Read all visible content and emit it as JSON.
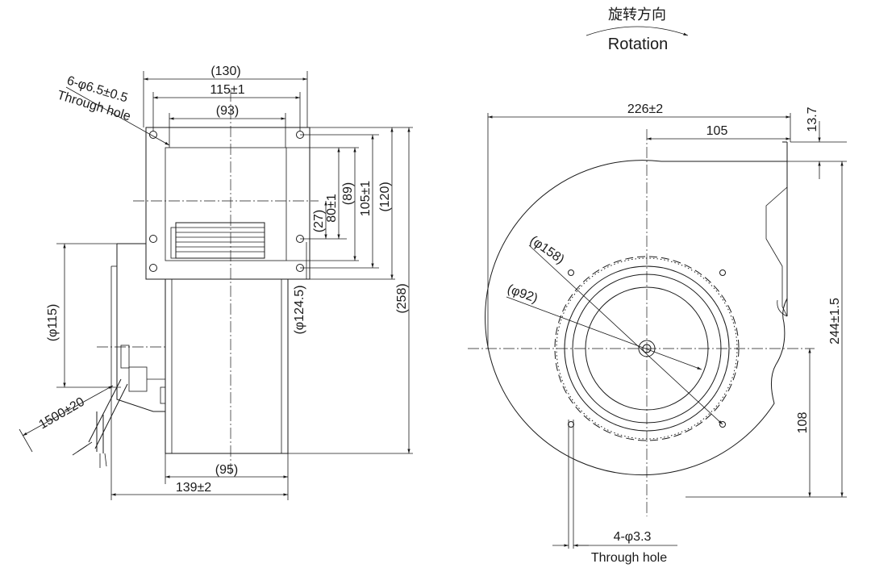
{
  "rotation": {
    "label_cn": "旋转方向",
    "label_en": "Rotation"
  },
  "side_view": {
    "dims": {
      "width_130": "(130)",
      "width_115": "115±1",
      "width_93": "(93)",
      "hole_spec": "6-φ6.5±0.5",
      "hole_note": "Through hole",
      "h_80": "80±1",
      "h_89": "(89)",
      "h_105": "105±1",
      "h_120": "(120)",
      "h_27": "(27)",
      "h_258": "(258)",
      "dia_124_5": "(φ124.5)",
      "dia_115": "(φ115)",
      "cable": "1500±20",
      "w_95": "(95)",
      "w_139": "139±2"
    }
  },
  "front_view": {
    "dims": {
      "w_226": "226±2",
      "w_105": "105",
      "h_13_7": "13.7",
      "dia_158": "(φ158)",
      "dia_92": "(φ92)",
      "h_244": "244±1.5",
      "h_108": "108",
      "hole_spec": "4-φ3.3",
      "hole_note": "Through hole"
    }
  }
}
